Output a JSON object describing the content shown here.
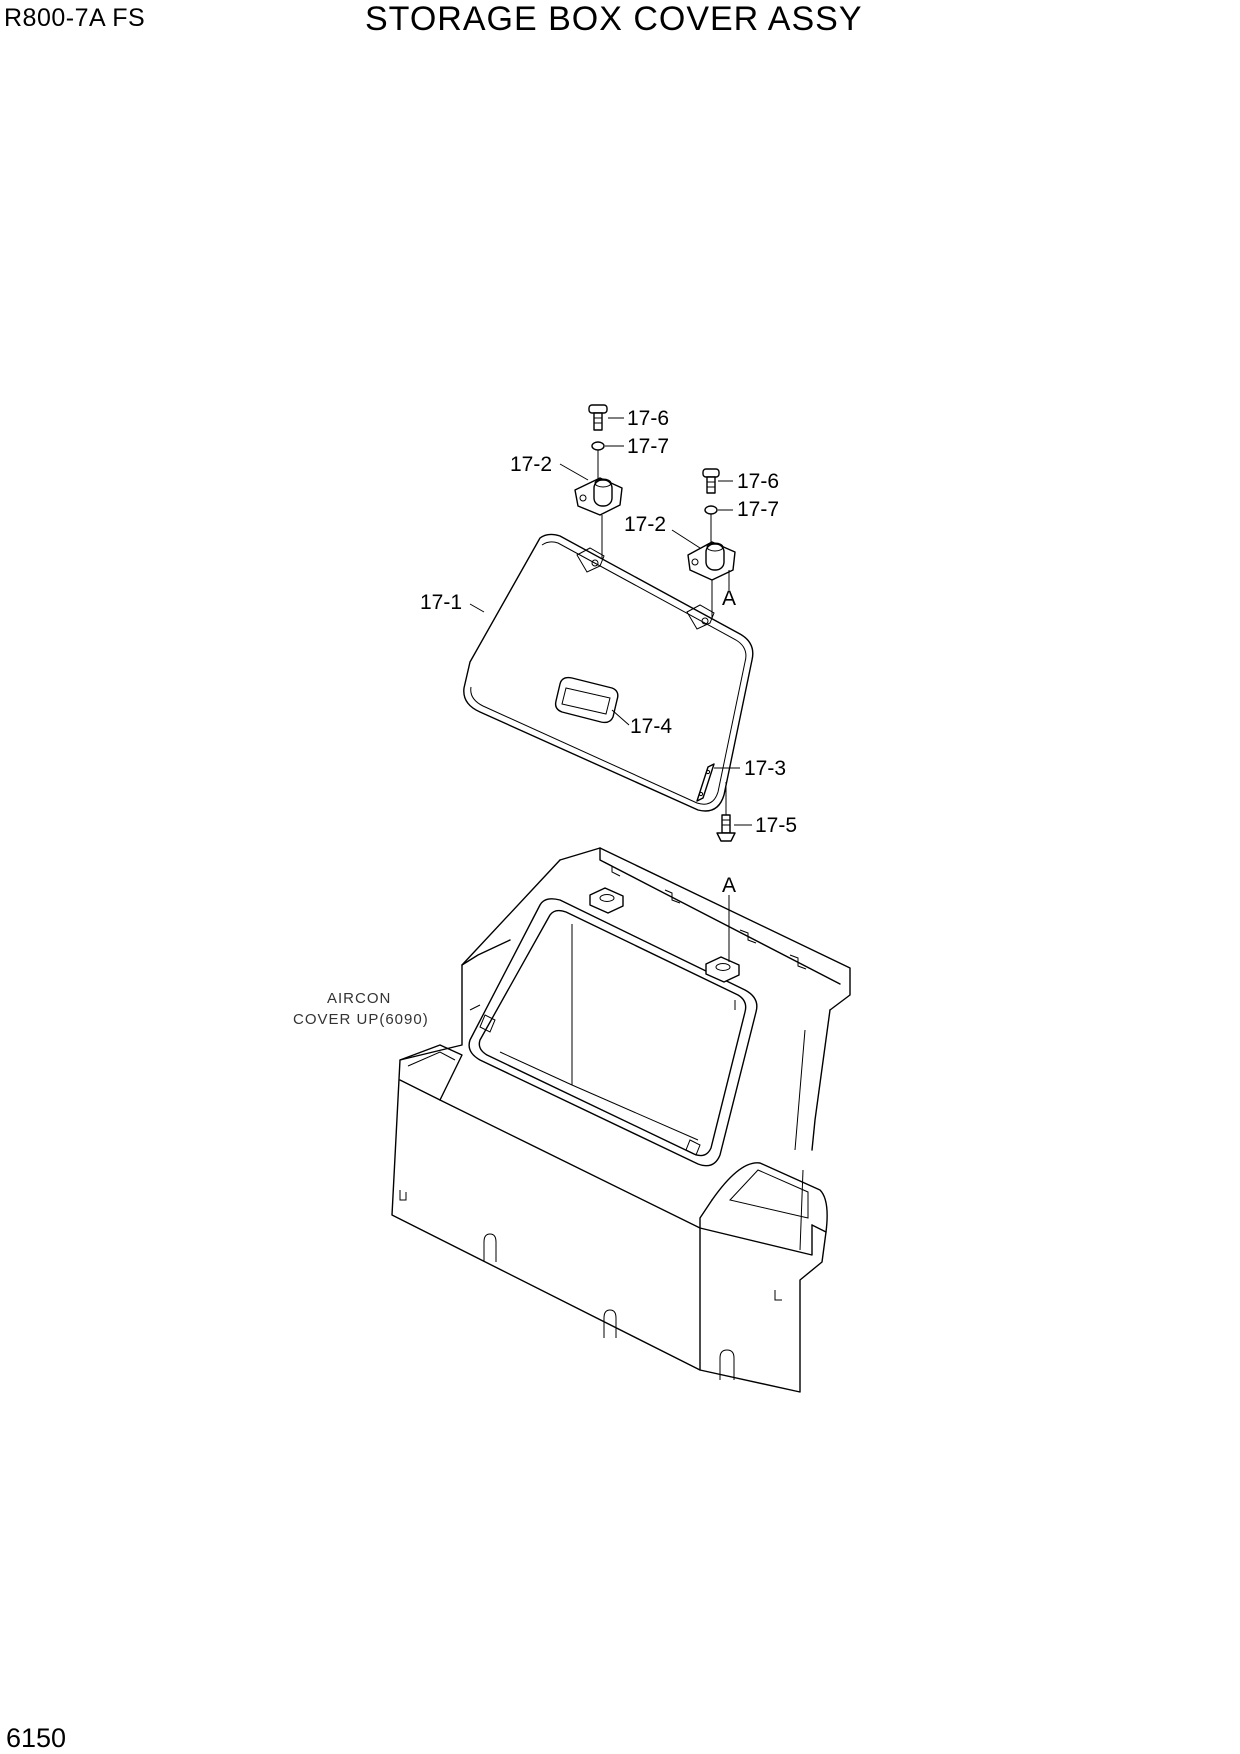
{
  "header": {
    "model": "R800-7A  FS",
    "title": "STORAGE BOX COVER ASSY"
  },
  "footer": {
    "page_number": "6150"
  },
  "callouts": {
    "c17_6_a": "17-6",
    "c17_7_a": "17-7",
    "c17_2_a": "17-2",
    "c17_6_b": "17-6",
    "c17_7_b": "17-7",
    "c17_2_b": "17-2",
    "c17_1": "17-1",
    "c17_4": "17-4",
    "c17_3": "17-3",
    "c17_5": "17-5",
    "ref_a_top": "A",
    "ref_a_bottom": "A"
  },
  "note": {
    "line1": "AIRCON",
    "line2": "COVER UP(6090)"
  }
}
